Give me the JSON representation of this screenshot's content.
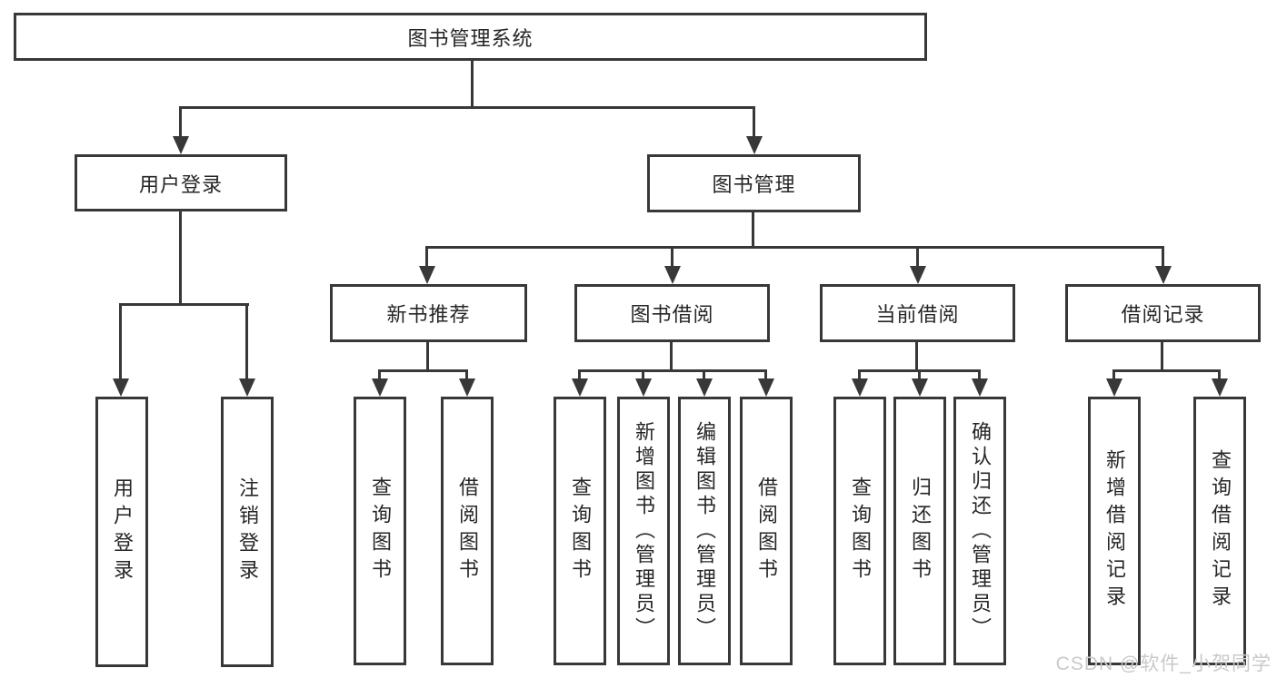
{
  "diagram_title": "图书管理系统",
  "nodes": {
    "root": "图书管理系统",
    "user_login": "用户登录",
    "book_management": "图书管理",
    "new_book_recommend": "新书推荐",
    "book_borrowing": "图书借阅",
    "current_borrowing": "当前借阅",
    "borrowing_records": "借阅记录",
    "leaf_user_login": "用户登录",
    "leaf_logout": "注销登录",
    "leaf_recommend_query_books": "查询图书",
    "leaf_recommend_borrow_books": "借阅图书",
    "leaf_borrowing_query_books": "查询图书",
    "leaf_borrowing_add_books": "新增图书（管理员）",
    "leaf_borrowing_edit_books": "编辑图书（管理员）",
    "leaf_borrowing_borrow_books": "借阅图书",
    "leaf_current_query_books": "查询图书",
    "leaf_current_return_books": "归还图书",
    "leaf_current_confirm_return": "确认归还（管理员）",
    "leaf_records_add_record": "新增借阅记录",
    "leaf_records_query_record": "查询借阅记录"
  },
  "watermark": "CSDN @软件_小贺同学",
  "colors": {
    "line": "#383838",
    "text": "#262626",
    "watermark": "#c9c9c9",
    "background": "#ffffff"
  }
}
